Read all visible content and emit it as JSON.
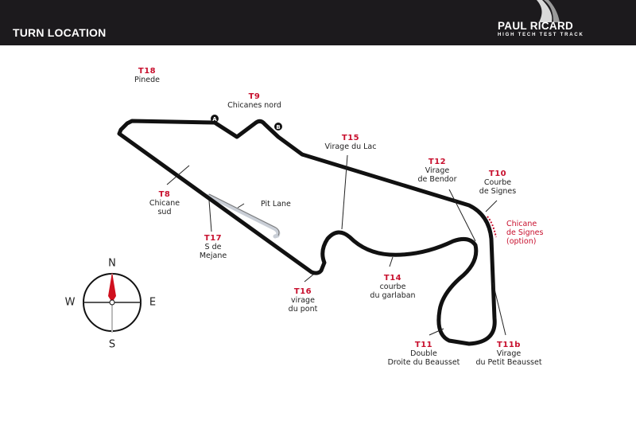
{
  "header": {
    "title": "TURN LOCATION",
    "logo_main": "PAUL RICARD",
    "logo_sub": "HIGH TECH TEST TRACK"
  },
  "colors": {
    "header_bg": "#1c1a1d",
    "turn_number": "#c8102e",
    "track": "#111111",
    "pit_lane": "#c9ced6"
  },
  "markers": [
    {
      "id": "A",
      "label": "A"
    },
    {
      "id": "B",
      "label": "B"
    }
  ],
  "turns": [
    {
      "number": "T18",
      "name_line1": "Pinede",
      "name_line2": ""
    },
    {
      "number": "T9",
      "name_line1": "Chicanes nord",
      "name_line2": ""
    },
    {
      "number": "T15",
      "name_line1": "Virage du Lac",
      "name_line2": ""
    },
    {
      "number": "T12",
      "name_line1": "Virage",
      "name_line2": "de Bendor"
    },
    {
      "number": "T10",
      "name_line1": "Courbe",
      "name_line2": "de Signes"
    },
    {
      "number": "T8",
      "name_line1": "Chicane",
      "name_line2": "sud"
    },
    {
      "number": "T17",
      "name_line1": "S de",
      "name_line2": "Mejane"
    },
    {
      "number": "T16",
      "name_line1": "virage",
      "name_line2": "du pont"
    },
    {
      "number": "T14",
      "name_line1": "courbe",
      "name_line2": "du garlaban"
    },
    {
      "number": "T11",
      "name_line1": "Double",
      "name_line2": "Droite du Beausset"
    },
    {
      "number": "T11b",
      "name_line1": "Virage",
      "name_line2": "du Petit Beausset"
    }
  ],
  "annotations": {
    "pit_lane": "Pit Lane",
    "chicane_signes": [
      "Chicane",
      "de Signes",
      "(option)"
    ]
  },
  "compass": {
    "north": "N",
    "south": "S",
    "east": "E",
    "west": "W"
  }
}
